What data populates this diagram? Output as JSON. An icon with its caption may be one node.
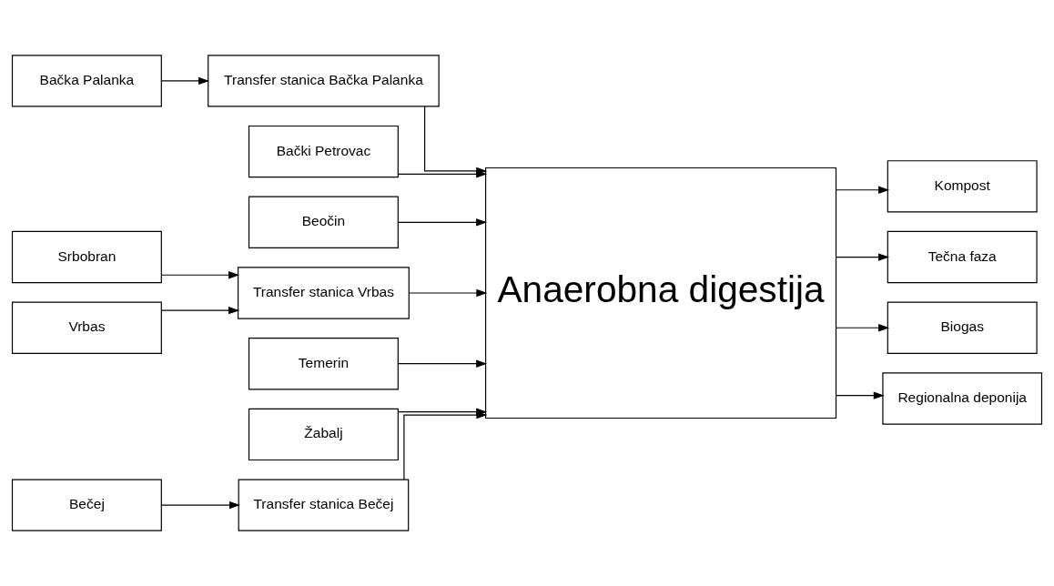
{
  "diagram": {
    "nodes": [
      {
        "text": [
          "Bačka Palanka"
        ]
      },
      {
        "text": [
          "Transfer stanica Bačka Palanka"
        ]
      },
      {
        "text": [
          "Bački Petrovac"
        ]
      },
      {
        "text": [
          "Beočin"
        ]
      },
      {
        "text": [
          "Srbobran"
        ]
      },
      {
        "text": [
          "Transfer stanica Vrbas"
        ]
      },
      {
        "text": [
          "Vrbas"
        ]
      },
      {
        "text": [
          "Temerin"
        ]
      },
      {
        "text": [
          "Žabalj"
        ]
      },
      {
        "text": [
          "Bečej"
        ]
      },
      {
        "text": [
          "Transfer stanica Bečej"
        ]
      },
      {
        "text": [
          "Anaerobna digestija"
        ]
      },
      {
        "text": [
          "Kompost"
        ]
      },
      {
        "text": [
          "Tečna faza"
        ]
      },
      {
        "text": [
          "Biogas"
        ]
      },
      {
        "text": [
          "Regionalna deponija"
        ]
      }
    ],
    "edges": [
      {
        "from": 0,
        "to": 1,
        "arrow": "to"
      },
      {
        "from": 1,
        "to": 11,
        "arrow": "to"
      },
      {
        "from": 2,
        "to": 11,
        "arrow": "to"
      },
      {
        "from": 3,
        "to": 11,
        "arrow": "to"
      },
      {
        "from": 4,
        "to": 5,
        "arrow": "to"
      },
      {
        "from": 6,
        "to": 5,
        "arrow": "to"
      },
      {
        "from": 5,
        "to": 11,
        "arrow": "to"
      },
      {
        "from": 7,
        "to": 11,
        "arrow": "to"
      },
      {
        "from": 8,
        "to": 11,
        "arrow": "to"
      },
      {
        "from": 9,
        "to": 10,
        "arrow": "to"
      },
      {
        "from": 10,
        "to": 11,
        "arrow": "to"
      },
      {
        "from": 11,
        "to": 12,
        "arrow": "to"
      },
      {
        "from": 11,
        "to": 13,
        "arrow": "to"
      },
      {
        "from": 11,
        "to": 14,
        "arrow": "to"
      },
      {
        "from": 11,
        "to": 15,
        "arrow": "to"
      }
    ]
  }
}
